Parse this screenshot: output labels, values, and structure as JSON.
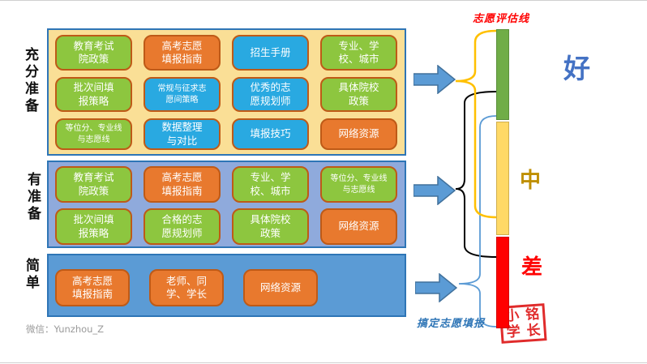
{
  "slide": {
    "wechat_label": "微信：",
    "wechat_id": "Yunzhou_Z"
  },
  "levels": [
    {
      "label": "充分准备",
      "tiles": [
        {
          "text": "教育考试\n院政策",
          "color": "green"
        },
        {
          "text": "高考志愿\n填报指南",
          "color": "orange"
        },
        {
          "text": "招生手册",
          "color": "blue"
        },
        {
          "text": "专业、学\n校、城市",
          "color": "green"
        },
        {
          "text": "批次间填\n报策略",
          "color": "green"
        },
        {
          "text": "常规与征求志\n愿间策略",
          "color": "blue"
        },
        {
          "text": "优秀的志\n愿规划师",
          "color": "blue"
        },
        {
          "text": "具体院校\n政策",
          "color": "green"
        },
        {
          "text": "等位分、专业线\n与志愿线",
          "color": "green"
        },
        {
          "text": "数据整理\n与对比",
          "color": "blue"
        },
        {
          "text": "填报技巧",
          "color": "blue"
        },
        {
          "text": "网络资源",
          "color": "orange"
        }
      ]
    },
    {
      "label": "有准备",
      "tiles": [
        {
          "text": "教育考试\n院政策",
          "color": "green"
        },
        {
          "text": "高考志愿\n填报指南",
          "color": "orange"
        },
        {
          "text": "专业、学\n校、城市",
          "color": "green"
        },
        {
          "text": "等位分、专业线\n与志愿线",
          "color": "green"
        },
        {
          "text": "批次间填\n报策略",
          "color": "green"
        },
        {
          "text": "合格的志\n愿规划师",
          "color": "green"
        },
        {
          "text": "具体院校\n政策",
          "color": "green"
        },
        {
          "text": "网络资源",
          "color": "orange"
        }
      ]
    },
    {
      "label": "简单",
      "tiles": [
        {
          "text": "高考志愿\n填报指南",
          "color": "orange"
        },
        {
          "text": "老师、同\n学、学长",
          "color": "orange"
        },
        {
          "text": "网络资源",
          "color": "orange"
        }
      ]
    }
  ],
  "evaluation": {
    "title": "志愿评估线",
    "segments": [
      {
        "label": "好",
        "bar_color": "#70AD47",
        "label_color": "#4472C4"
      },
      {
        "label": "中",
        "bar_color": "#FFD966",
        "label_color": "#BF8F00"
      },
      {
        "label": "差",
        "bar_color": "#FF0000",
        "label_color": "#FF0000"
      }
    ],
    "caption": "搞定志愿填报",
    "seal_chars": [
      "小",
      "铭",
      "学",
      "长"
    ]
  },
  "colors": {
    "tile_green": "#8DC63F",
    "tile_orange": "#E8792E",
    "tile_blue": "#29A9E1",
    "tile_border": "#BE5A17",
    "panel_full_bg": "#FADF96",
    "panel_some_bg": "#8FAADC",
    "panel_simple_bg": "#5B9BD5",
    "panel_border": "#2E75B6",
    "arrow": "#5B9BD5",
    "brace_yellow": "#FFC000",
    "brace_black": "#000000",
    "brace_blue": "#5B9BD5",
    "eval_title_red": "#FF0000",
    "seal_red": "#E02B2B"
  }
}
